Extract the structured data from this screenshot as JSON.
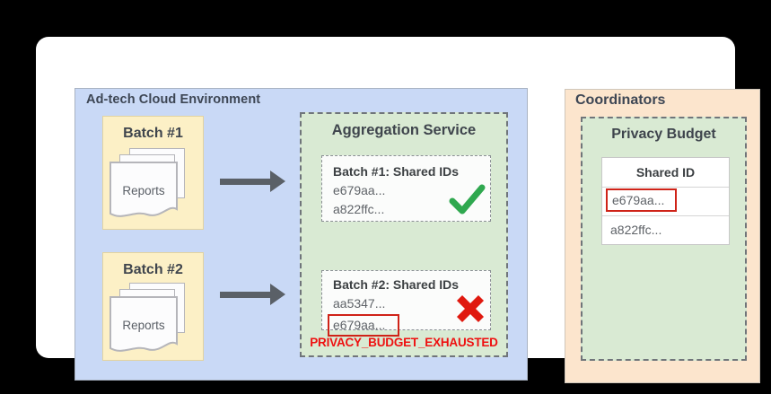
{
  "colors": {
    "page_bg": "#000000",
    "card_bg": "#ffffff",
    "env_blue": "#c9d9f6",
    "batch_yellow": "#fcf0c6",
    "service_green": "#d9ead3",
    "coordinator_orange": "#fce5cd",
    "success_green": "#2fa84f",
    "error_red": "#e0190f",
    "highlight_box_red": "#cf2318",
    "arrow_gray": "#5a6067"
  },
  "icons": {
    "success": "checkmark-icon",
    "failure": "x-mark-icon",
    "flow": "arrow-right-icon",
    "documents": "report-pages-icon"
  },
  "adtech_env": {
    "label": "Ad-tech Cloud Environment",
    "batches": [
      {
        "title": "Batch #1",
        "doc_label": "Reports"
      },
      {
        "title": "Batch #2",
        "doc_label": "Reports"
      }
    ],
    "aggregation_service": {
      "title": "Aggregation Service",
      "results": [
        {
          "title": "Batch #1: Shared IDs",
          "ids": [
            "e679aa...",
            "a822ffc..."
          ],
          "status": "success"
        },
        {
          "title": "Batch #2: Shared IDs",
          "ids": [
            "aa5347...",
            "e679aa..."
          ],
          "highlighted_id": "e679aa...",
          "status": "failure"
        }
      ],
      "error_label": "PRIVACY_BUDGET_EXHAUSTED"
    }
  },
  "coordinators": {
    "label": "Coordinators",
    "privacy_budget": {
      "title": "Privacy Budget",
      "table": {
        "header": "Shared ID",
        "rows": [
          "e679aa...",
          "a822ffc..."
        ],
        "highlighted_row": "e679aa..."
      }
    }
  }
}
